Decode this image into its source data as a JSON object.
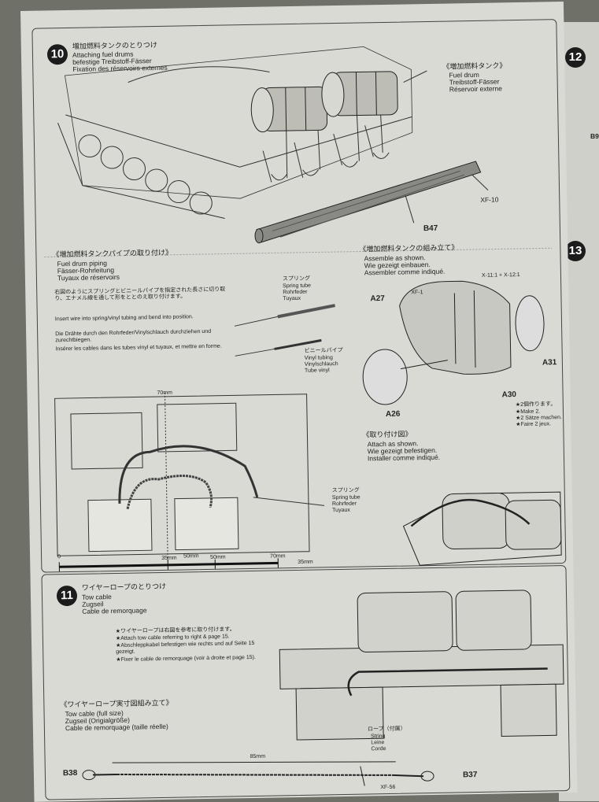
{
  "step10": {
    "number": "10",
    "title_jp": "増加燃料タンクのとりつけ",
    "title_en": "Attaching fuel drums",
    "title_de": "befestige Treibstoff-Fässer",
    "title_fr": "Fixation des réservoirs externes",
    "fuel_drum_jp": "《増加燃料タンク》",
    "fuel_drum_en": "Fuel drum",
    "fuel_drum_de": "Treibstoff-Fässer",
    "fuel_drum_fr": "Réservoir externe",
    "paint_code_1": "XF-10",
    "part_b47": "B47",
    "piping_jp": "《増加燃料タンクパイプの取り付け》",
    "piping_en": "Fuel drum piping",
    "piping_de": "Fässer-Rohrleitung",
    "piping_fr": "Tuyaux de réservoirs",
    "piping_instr_jp": "右図のようにスプリングとビニールパイプを指定された長さに切り取り、エナメル線を通して形をととのえ取り付けます。",
    "piping_instr_en": "Insert wire into spring/vinyl tubing and bend into position.",
    "piping_instr_de": "Die Drähte durch den Rohrfeder/Vinylschlauch durchziehen und zurechtbiegen.",
    "piping_instr_fr": "Insérer les cables dans les tubes vinyl et tuyaux, et mettre en forme.",
    "spring_jp": "スプリング",
    "spring_en": "Spring tube",
    "spring_de": "Rohrfeder",
    "spring_fr": "Tuyaux",
    "vinyl_jp": "ビニールパイプ",
    "vinyl_en": "Vinyl tubing",
    "vinyl_de": "Vinylschlauch",
    "vinyl_fr": "Tube vinyl",
    "assemble_jp": "《増加燃料タンクの組み立て》",
    "assemble_en": "Assemble as shown.",
    "assemble_de": "Wie gezeigt einbauen.",
    "assemble_fr": "Assembler comme indiqué.",
    "paint_mix": "X-11:1 + X-12:1",
    "paint_code_2": "XF-1",
    "part_a27": "A27",
    "part_a31": "A31",
    "part_a30": "A30",
    "part_a26": "A26",
    "make2_jp": "★2個作ります。",
    "make2_en": "★Make 2.",
    "make2_de": "★2 Sätze machen.",
    "make2_fr": "★Faire 2 jeux.",
    "attach_jp": "《取り付け図》",
    "attach_en": "Attach as shown.",
    "attach_de": "Wie gezeigt befestigen.",
    "attach_fr": "Installer comme indiqué.",
    "dim_70": "70mm",
    "dim_50": "50mm",
    "dim_35": "35mm",
    "spring2_jp": "スプリング",
    "spring2_en": "Spring tube",
    "spring2_de": "Rohrfeder",
    "spring2_fr": "Tuyaux",
    "ruler": {
      "zero": "0",
      "m35": "35mm",
      "m50": "50mm",
      "m70": "70mm"
    }
  },
  "step11": {
    "number": "11",
    "title_jp": "ワイヤーロープのとりつけ",
    "title_en": "Tow cable",
    "title_de": "Zugseil",
    "title_fr": "Cable de remorquage",
    "note_jp": "★ワイヤーロープは右図を参考に取り付けます。",
    "note_en": "★Attach tow cable referring to right & page 15.",
    "note_de": "★Abschleppkabel befestigen wie rechts und auf Seite 15 gezeigt.",
    "note_fr": "★Fixer le cable de remorquage (voir à droite et page 15).",
    "full_jp": "《ワイヤーロープ実寸図組み立て》",
    "full_en": "Tow cable (full size)",
    "full_de": "Zugseil (Origialgröße)",
    "full_fr": "Cable de remorquage (taille réelle)",
    "rope_jp": "ロープ（付属）",
    "rope_en": "String",
    "rope_de": "Leine",
    "rope_fr": "Corde",
    "dim_85": "85mm",
    "part_b38": "B38",
    "part_b37": "B37",
    "paint_code": "XF-56"
  },
  "next_page": {
    "step12": "12",
    "step13": "13",
    "b_label": "B9"
  }
}
